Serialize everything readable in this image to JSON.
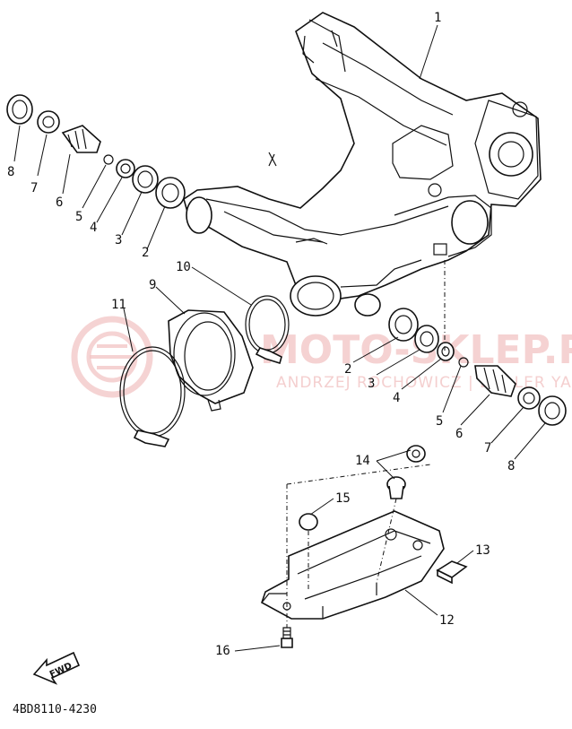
{
  "diagram": {
    "code": "4BD8110-4230",
    "fwd_label": "FWD",
    "watermark": {
      "main": "MOTO-SKLEP.PL",
      "sub": "ANDRZEJ ROCHOWICZ | DEALER YAMAHA"
    },
    "callouts": [
      "1",
      "2",
      "3",
      "4",
      "5",
      "6",
      "7",
      "8",
      "9",
      "10",
      "11",
      "12",
      "13",
      "14",
      "15",
      "16"
    ]
  }
}
